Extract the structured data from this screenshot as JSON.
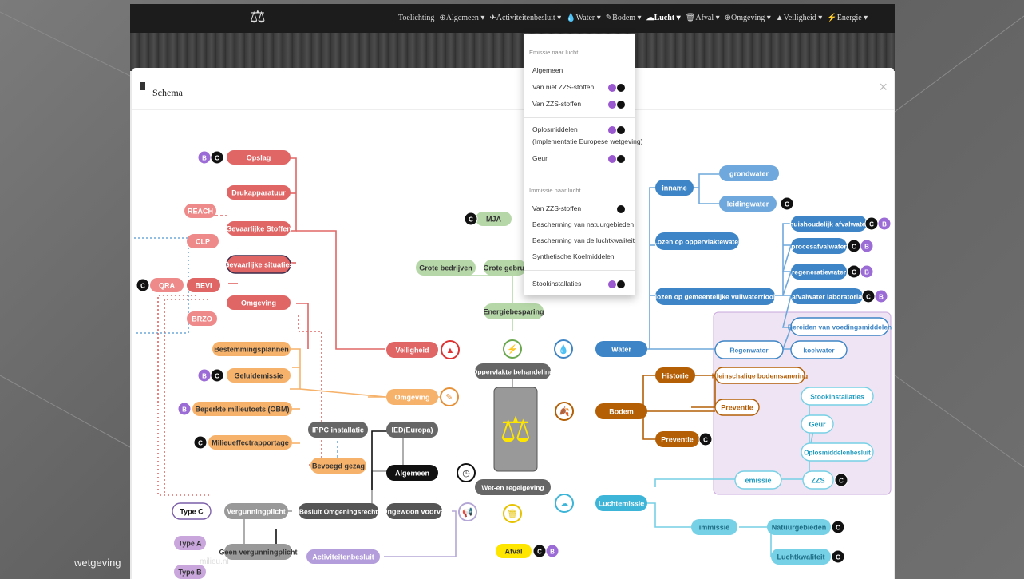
{
  "nav": {
    "logo_glyph": "⚖",
    "items": [
      "Toelichting",
      "⊕Algemeen ▾",
      "✈Activiteitenbesluit ▾",
      "💧Water ▾",
      "✎Bodem ▾",
      "☁Lucht ▾",
      "🗑Afval ▾",
      "⊕Omgeving ▾",
      "▲Veiligheid ▾",
      "⚡Energie ▾"
    ],
    "active_index": 5
  },
  "panel": {
    "title": "Schema",
    "close": "×"
  },
  "dropdown": {
    "header_emissie": "Emissie naar lucht",
    "emissie_items": [
      "Algemeen",
      "Van niet ZZS-stoffen",
      "Van ZZS-stoffen"
    ],
    "oplosmiddelen": "Oplosmiddelen",
    "oplosmiddelen_sub": "(Implementatie Europese wetgeving)",
    "geur": "Geur",
    "header_immissie": "Immissie naar lucht",
    "immissie_items": [
      "Van ZZS-stoffen",
      "Bescherming van natuurgebieden",
      "Bescherming van de luchtkwaliteit",
      "Synthetische Koelmiddelen"
    ],
    "stook": "Stookinstallaties"
  },
  "map": {
    "badges": {
      "b": "B",
      "c": "C"
    },
    "center": {
      "oppervlakte": "Oppervlakte behandeling",
      "wet": "Wet-en regelgeving"
    },
    "veiligheid": {
      "hub": "Veiligheid",
      "opslag": "Opslag",
      "druk": "Drukapparatuur",
      "stoffen": "Gevaarlijke Stoffen",
      "situaties": "Gevaarlijke situaties",
      "omgeving": "Omgeving",
      "reach": "REACH",
      "clp": "CLP",
      "qra": "QRA",
      "bevi": "BEVI",
      "brzo": "BRZO"
    },
    "omgeving": {
      "hub": "Omgeving",
      "bestemming": "Bestemmingsplannen",
      "geluid": "Geluidemissie",
      "obm": "Beperkte milieutoets (OBM)",
      "mer": "Milieueffectrapportage"
    },
    "algemeen": {
      "hub": "Algemeen",
      "ippc": "IPPC installatie",
      "ied": "IED(Europa)",
      "bevoegd": "Bevoegd gezag",
      "besluit": "Besluit Omgeningsrecht",
      "ongewoon": "Ongewoon voorval",
      "vergunning": "Vergunningplicht",
      "geen": "Geen vergunningplicht",
      "typec": "Type C",
      "typea": "Type A",
      "typeb": "Type B"
    },
    "activiteiten": "Activiteitenbesluit",
    "energie": {
      "hub": "Energiebesparing",
      "mja": "MJA",
      "grote": "Grote bedrijven",
      "grote2": "Grote gebrui"
    },
    "afval": "Afval",
    "water": {
      "hub": "Water",
      "inname": "inname",
      "grond": "grondwater",
      "leiding": "leidingwater",
      "opp": "Lozen op oppervlaktewater",
      "vuil": "lozen op gemeentelijke vuilwaterriool",
      "huis": "huishoudelijk afvalwater",
      "proces": "procesafvalwater",
      "regen": "regeneratiewater",
      "lab": "afvalwater laboratoria",
      "voed": "Bereiden van voedingsmiddelen",
      "koel": "koelwater",
      "regenw": "Regenwater"
    },
    "bodem": {
      "hub": "Bodem",
      "historie": "Historie",
      "klein": "Kleinschalige bodemsanering",
      "prev": "Preventie",
      "prev2": "Preventie"
    },
    "lucht": {
      "hub": "Luchtemissie",
      "emissie": "emissie",
      "immissie": "immissie",
      "stook": "Stookinstallaties",
      "geur": "Geur",
      "oplos": "Oplosmiddelenbesluit",
      "zzs": "ZZS",
      "natuur": "Natuurgebieden",
      "kwal": "Luchtkwaliteit"
    }
  },
  "footer": {
    "watermark": "wetgeving",
    "watermark_tail": "milieu.nl"
  },
  "colors": {
    "red": "#e06666",
    "orange": "#f6b26b",
    "green": "#b6d7a8",
    "blue": "#6fa8dc",
    "brown": "#b45f06",
    "cyan": "#76d0e6",
    "purple": "#b4a7d6",
    "gray": "#999999",
    "black": "#111111",
    "yellow": "#ffe600"
  }
}
